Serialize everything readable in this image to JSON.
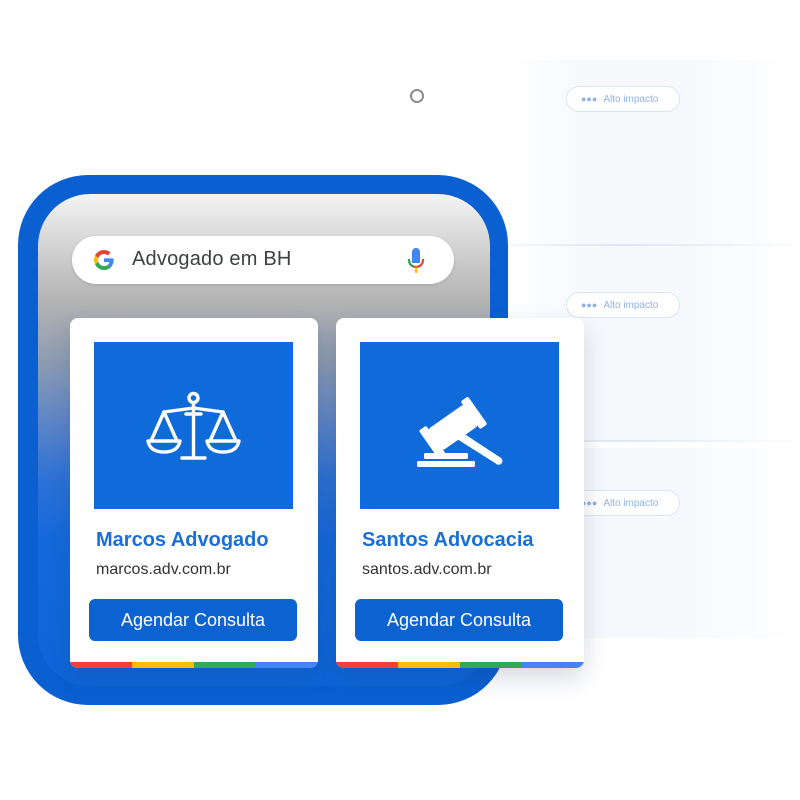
{
  "background": {
    "badges": [
      {
        "label": "Alto impacto"
      },
      {
        "label": "Alto impacto"
      },
      {
        "label": "Alto impacto"
      }
    ]
  },
  "search": {
    "query": "Advogado em BH",
    "icon": "google-g-icon",
    "voice_icon": "microphone-icon"
  },
  "results": [
    {
      "name": "Marcos Advogado",
      "url": "marcos.adv.com.br",
      "button": "Agendar Consulta",
      "icon": "scales-of-justice-icon"
    },
    {
      "name": "Santos Advocacia",
      "url": "santos.adv.com.br",
      "button": "Agendar Consulta",
      "icon": "gavel-icon"
    }
  ],
  "colors": {
    "frame": "#0a5fd1",
    "accent": "#1a6fd6",
    "button": "#0b63d1",
    "stripe": [
      "#ea4335",
      "#fbbc05",
      "#34a853",
      "#4285f4"
    ]
  }
}
